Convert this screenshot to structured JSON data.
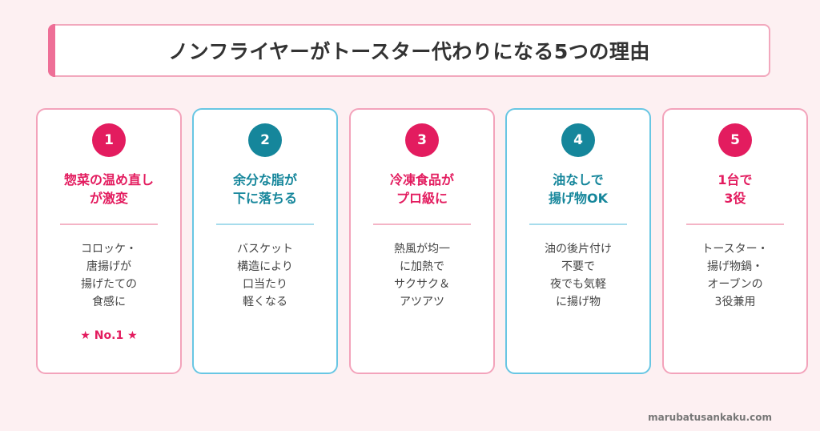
{
  "title": "ノンフライヤーがトースター代わりになる5つの理由",
  "cards": [
    {
      "number": "1",
      "heading": [
        "惣菜の温め直し",
        "が激変"
      ],
      "body": [
        "コロッケ・",
        "唐揚げが",
        "揚げたての",
        "食感に"
      ],
      "badge_extra": "★ No.1 ★"
    },
    {
      "number": "2",
      "heading": [
        "余分な脂が",
        "下に落ちる"
      ],
      "body": [
        "バスケット",
        "構造により",
        "口当たり",
        "軽くなる"
      ]
    },
    {
      "number": "3",
      "heading": [
        "冷凍食品が",
        "プロ級に"
      ],
      "body": [
        "熱風が均一",
        "に加熱で",
        "サクサク＆",
        "アツアツ"
      ]
    },
    {
      "number": "4",
      "heading": [
        "油なしで",
        "揚げ物OK"
      ],
      "body": [
        "油の後片付け",
        "不要で",
        "夜でも気軽",
        "に揚げ物"
      ]
    },
    {
      "number": "5",
      "heading": [
        "1台で",
        "3役"
      ],
      "body": [
        "トースター・",
        "揚げ物鍋・",
        "オーブンの",
        "3役兼用"
      ]
    }
  ],
  "footer": "marubatusankaku.com",
  "colors": {
    "background": "#fdf0f2",
    "pink": "#e31c5f",
    "teal": "#15869b",
    "pink_border": "#f3a3bb",
    "blue_border": "#68c6e3"
  }
}
